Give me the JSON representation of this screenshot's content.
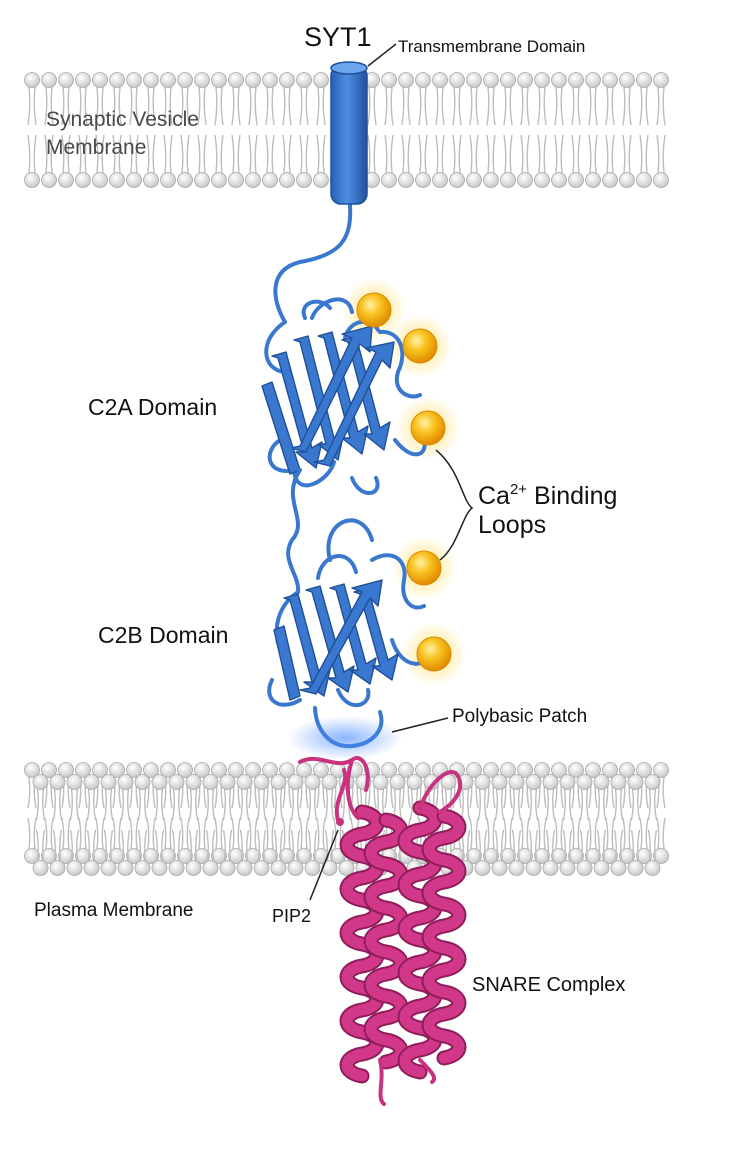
{
  "labels": {
    "protein": "SYT1",
    "tm_domain": "Transmembrane Domain",
    "vesicle_line1": "Synaptic Vesicle",
    "vesicle_line2": "Membrane",
    "c2a": "C2A Domain",
    "c2b": "C2B Domain",
    "ca_base": "Ca",
    "ca_sup": "2+",
    "ca_rest": " Binding",
    "ca_line2": "Loops",
    "polybasic": "Polybasic Patch",
    "pip2": "PIP2",
    "plasma": "Plasma Membrane",
    "snare": "SNARE Complex"
  },
  "colors": {
    "protein_blue": "#3a78cf",
    "protein_blue_dark": "#1f4f99",
    "calcium": "#f7b21b",
    "snare_magenta": "#c8327f",
    "lipid": "#d9d9d9"
  },
  "counts": {
    "calcium_ions": 5
  }
}
